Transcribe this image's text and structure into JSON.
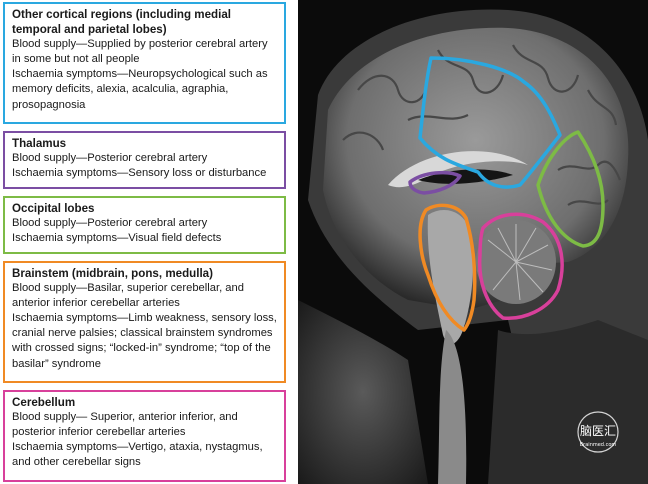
{
  "boxes": {
    "cortical": {
      "title": "Other cortical regions (including medial temporal and parietal lobes)",
      "lines": [
        "Blood supply—Supplied by posterior cerebral artery in some but not all people",
        "Ischaemia symptoms—Neuropsychological such as memory deficits, alexia, acalculia, agraphia, prosopagnosia"
      ],
      "color": "#2aa8e0"
    },
    "thalamus": {
      "title": "Thalamus",
      "lines": [
        "Blood supply—Posterior cerebral artery",
        "Ischaemia symptoms—Sensory loss or disturbance"
      ],
      "color": "#7b4ea3"
    },
    "occipital": {
      "title": "Occipital lobes",
      "lines": [
        "Blood supply—Posterior cerebral artery",
        "Ischaemia symptoms—Visual field defects"
      ],
      "color": "#7dbb45"
    },
    "brainstem": {
      "title": "Brainstem (midbrain, pons, medulla)",
      "lines": [
        "Blood supply—Basilar, superior cerebellar, and anterior inferior cerebellar arteries",
        "Ischaemia symptoms—Limb weakness, sensory loss, cranial nerve palsies; classical brainstem syndromes with crossed signs; “locked-in” syndrome; “top of the basilar” syndrome"
      ],
      "color": "#f08a24"
    },
    "cerebellum": {
      "title": "Cerebellum",
      "lines": [
        "Blood supply— Superior, anterior inferior, and posterior inferior cerebellar arteries",
        "Ischaemia symptoms—Vertigo, ataxia, nystagmus, and other cerebellar signs"
      ],
      "color": "#d8409b"
    }
  },
  "watermark": {
    "text": "脑医汇",
    "subtext": "Brainmed.com"
  }
}
